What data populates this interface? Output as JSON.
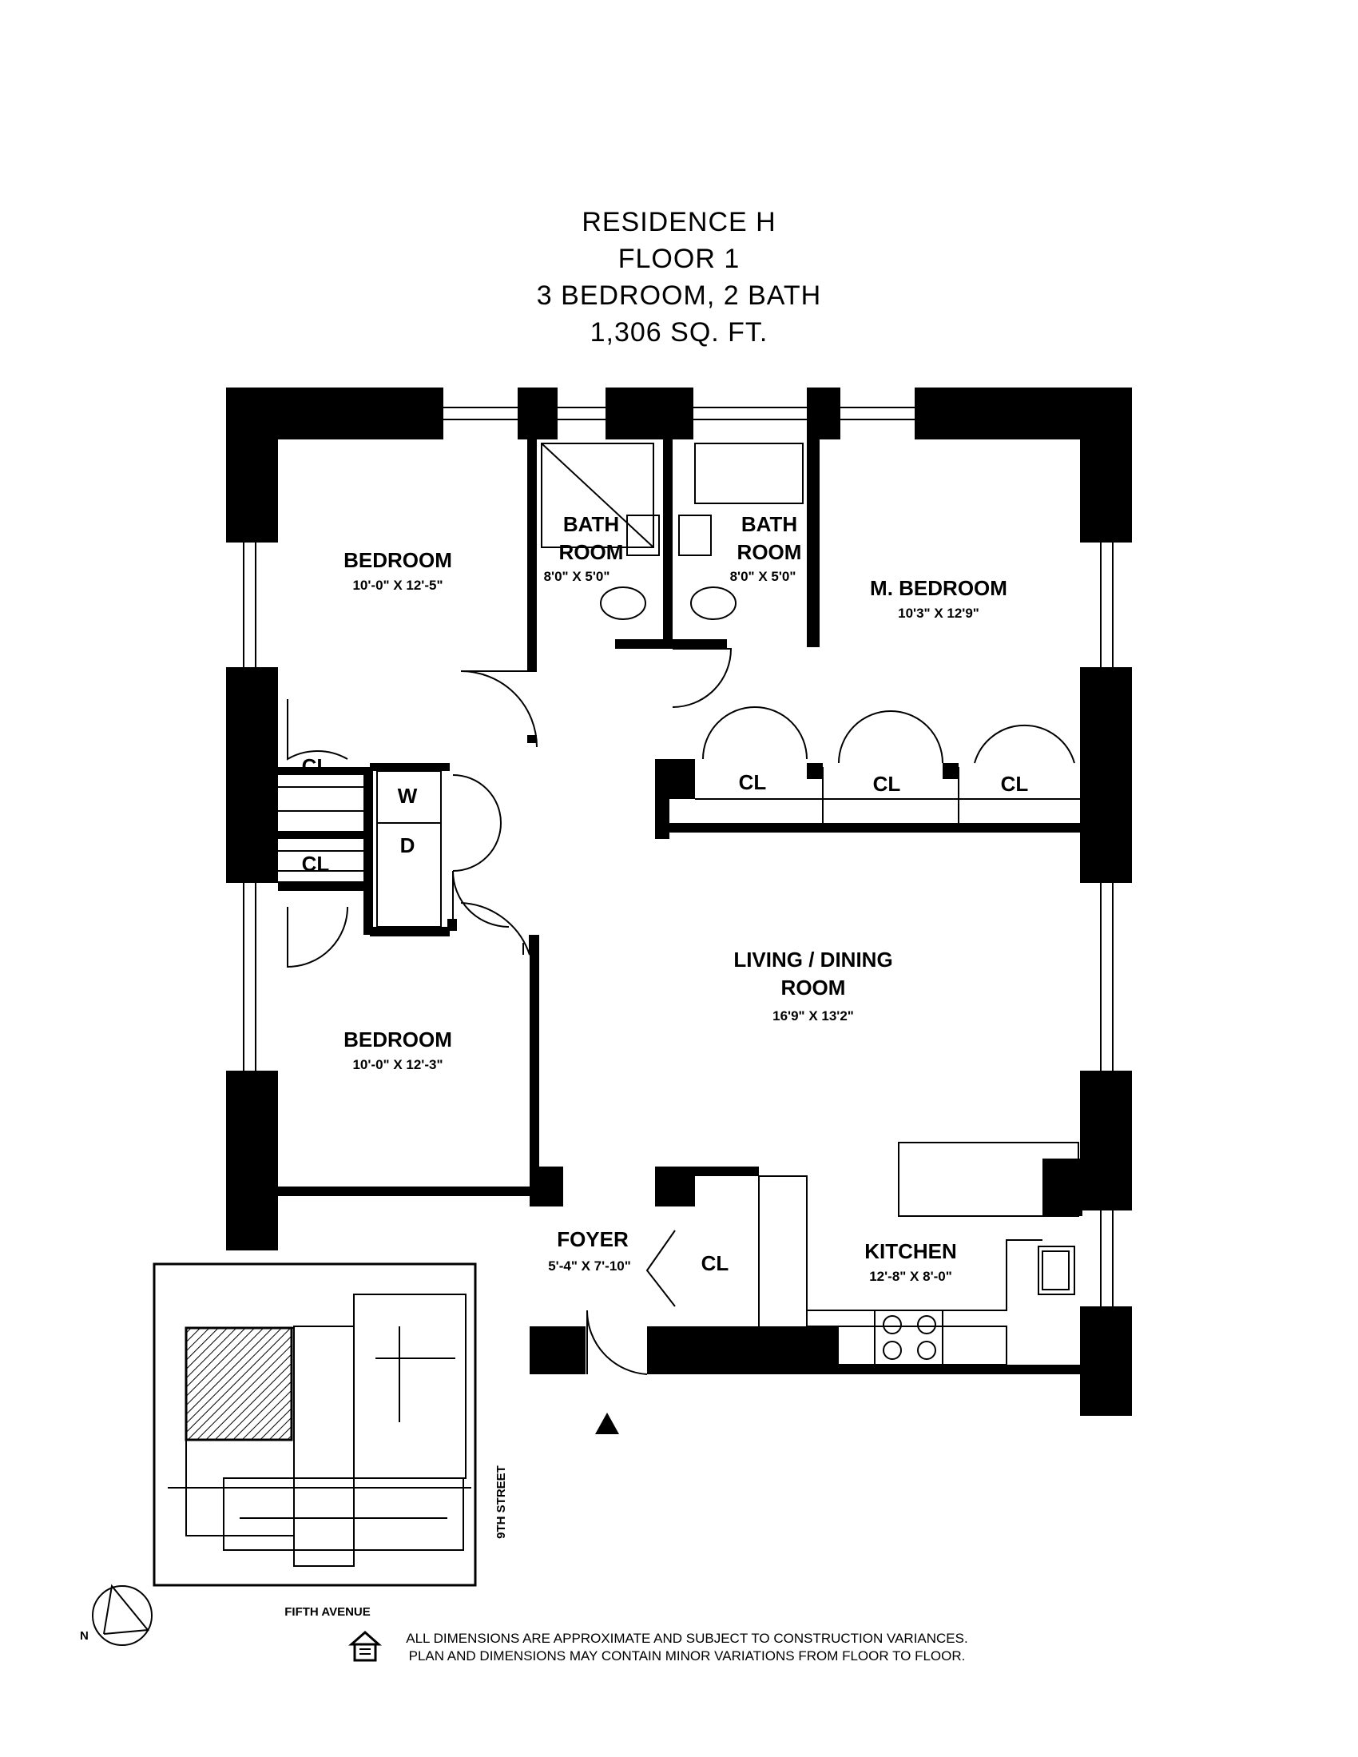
{
  "title": {
    "residence": "RESIDENCE H",
    "floor": "FLOOR 1",
    "layout": "3 BEDROOM, 2 BATH",
    "area": "1,306 SQ. FT."
  },
  "rooms": {
    "bedroom1": {
      "label": "BEDROOM",
      "dims": "10'-0\" X 12'-5\""
    },
    "bath1": {
      "label1": "BATH",
      "label2": "ROOM",
      "dims": "8'0\" X 5'0\""
    },
    "bath2": {
      "label1": "BATH",
      "label2": "ROOM",
      "dims": "8'0\" X 5'0\""
    },
    "master": {
      "label": "M. BEDROOM",
      "dims": "10'3\" X 12'9\""
    },
    "bedroom2": {
      "label": "BEDROOM",
      "dims": "10'-0\" X 12'-3\""
    },
    "living": {
      "label1": "LIVING / DINING",
      "label2": "ROOM",
      "dims": "16'9\" X 13'2\""
    },
    "foyer": {
      "label": "FOYER",
      "dims": "5'-4\" X 7'-10\""
    },
    "kitchen": {
      "label": "KITCHEN",
      "dims": "12'-8\" X 8'-0\""
    }
  },
  "closets": {
    "cl_a": "CL",
    "cl_b": "CL",
    "cl_c": "CL",
    "cl_d": "CL",
    "cl_e": "CL",
    "cl_foyer": "CL"
  },
  "appliances": {
    "washer": "W",
    "dryer": "D"
  },
  "keyplan": {
    "street_bottom": "FIFTH AVENUE",
    "street_right": "9TH STREET"
  },
  "compass": {
    "north": "N"
  },
  "disclaimer": {
    "line1": "ALL DIMENSIONS ARE APPROXIMATE AND SUBJECT TO CONSTRUCTION VARIANCES.",
    "line2": "PLAN AND DIMENSIONS MAY CONTAIN MINOR VARIATIONS FROM FLOOR TO FLOOR."
  }
}
